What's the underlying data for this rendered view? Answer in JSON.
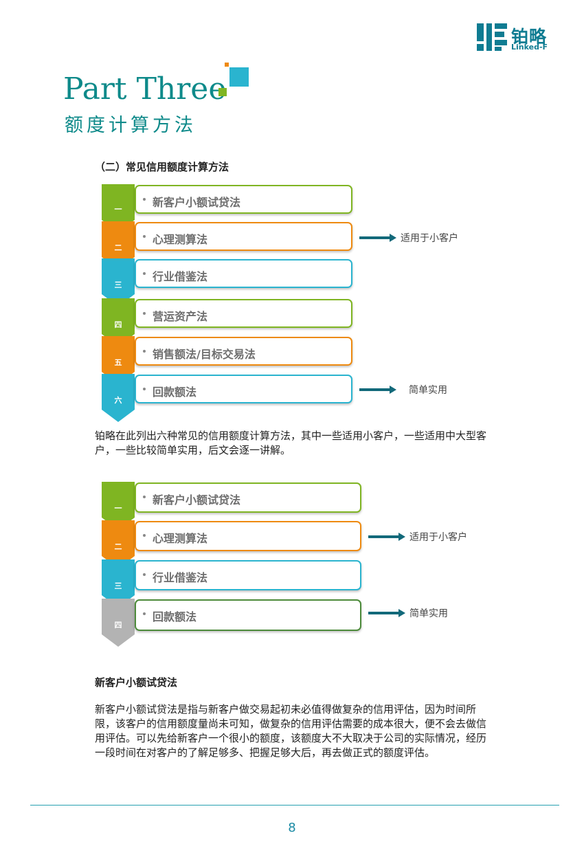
{
  "logo": {
    "cn": "铂略",
    "en": "Linked-F"
  },
  "part": {
    "title": "Part Three",
    "subtitle": "额度计算方法"
  },
  "section_heading": "（二）常见信用额度计算方法",
  "list1": [
    {
      "num": "一",
      "label": "新客户小额试贷法",
      "color": "#7fb522"
    },
    {
      "num": "二",
      "label": "心理测算法",
      "color": "#ee8a10"
    },
    {
      "num": "三",
      "label": "行业借鉴法",
      "color": "#2ab4cf"
    },
    {
      "num": "四",
      "label": "营运资产法",
      "color": "#7fb522"
    },
    {
      "num": "五",
      "label": "销售额法/目标交易法",
      "color": "#ee8a10"
    },
    {
      "num": "六",
      "label": "回款额法",
      "color": "#2ab4cf"
    }
  ],
  "list1_notes": {
    "small_clients": "适用于小客户",
    "simple": "简单实用"
  },
  "intro_paragraph": "铂略在此列出六种常见的信用额度计算方法，其中一些适用小客户，一些适用中大型客户，一些比较简单实用，后文会逐一讲解。",
  "list2": [
    {
      "num": "一",
      "label": "新客户小额试贷法",
      "color": "#7fb522"
    },
    {
      "num": "二",
      "label": "心理测算法",
      "color": "#ee8a10"
    },
    {
      "num": "三",
      "label": "行业借鉴法",
      "color": "#2ab4cf"
    },
    {
      "num": "四",
      "label": "回款额法",
      "color": "#b3b3b3"
    }
  ],
  "list2_notes": {
    "small_clients": "适用于小客户",
    "simple": "简单实用"
  },
  "sub_heading": "新客户小额试贷法",
  "body_paragraph": "新客户小额试贷法是指与新客户做交易起初未必值得做复杂的信用评估，因为时间所限，该客户的信用额度量尚未可知，做复杂的信用评估需要的成本很大，便不会去做信用评估。可以先给新客户一个很小的额度，该额度大不大取决于公司的实际情况，经历一段时间在对客户的了解足够多、把握足够大后，再去做正式的额度评估。",
  "page_number": "8",
  "colors": {
    "green": "#7fb522",
    "orange": "#ee8a10",
    "cyan": "#2ab4cf",
    "gray": "#b3b3b3",
    "teal": "#0e8a8a",
    "arrow": "#12697a"
  }
}
